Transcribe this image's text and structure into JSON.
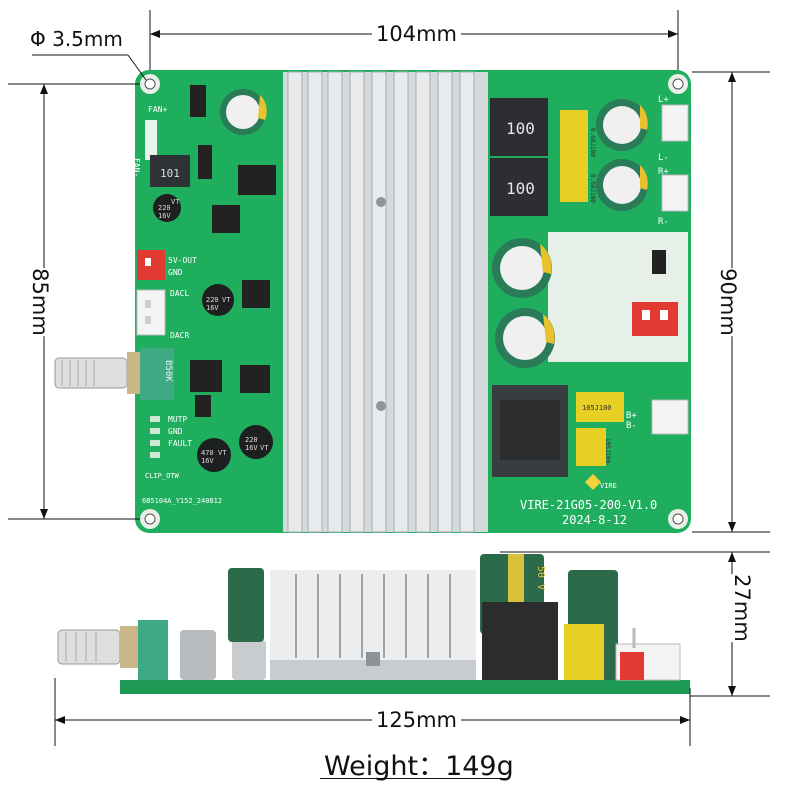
{
  "dimensions": {
    "hole_diameter": "Φ 3.5mm",
    "top_width": "104mm",
    "left_height": "85mm",
    "right_height": "90mm",
    "side_height": "27mm",
    "side_length": "125mm"
  },
  "weight": "Weight：149g",
  "board_labels": {
    "fan_plus": "FAN+",
    "fan_minus": "FAN-",
    "inductor_small": "101",
    "cap_small_value": "220",
    "cap_small_voltage": "16V",
    "cap_small_series": "VT",
    "out_5v": "5V-OUT",
    "gnd": "GND",
    "dacl": "DACL",
    "dacr": "DACR",
    "pot_value": "B50K",
    "mutp": "MUTP",
    "gnd2": "GND",
    "fault": "FAULT",
    "clip_otw": "CLIP_OTW",
    "cap_mid_value": "220",
    "cap_mid_voltage": "16V",
    "cap_mid_series": "VT",
    "cap_low1_value": "470",
    "cap_low1_voltage": "16V",
    "cap_low1_series": "VT",
    "cap_low2_value": "220",
    "cap_low2_voltage": "16V",
    "cap_low2_series": "VT",
    "part_number": "6B5104A_Y152_240812",
    "inductor1": "100",
    "inductor2": "100",
    "film_cap1": "0.68J100",
    "film_cap2": "0.68J100",
    "film_cap3": "105J100",
    "film_cap4": "105J100",
    "l_plus": "L+",
    "l_minus": "L-",
    "r_plus": "R+",
    "r_minus": "R-",
    "b_plus": "B+",
    "b_minus": "B-",
    "brand": "VIRE",
    "model": "VIRE-21G05-200-V1.0",
    "date": "2024-8-12",
    "side_cap_voltage": "50 V"
  },
  "colors": {
    "pcb": "#1fae5e",
    "pcb_dark": "#15914b",
    "heatsink": "#cfd3d6",
    "dim_line": "#111111",
    "cap_green": "#2b6b4a",
    "film_yellow": "#e8cf24",
    "connector_red": "#e23a32",
    "connector_white": "#f4f4f4"
  }
}
